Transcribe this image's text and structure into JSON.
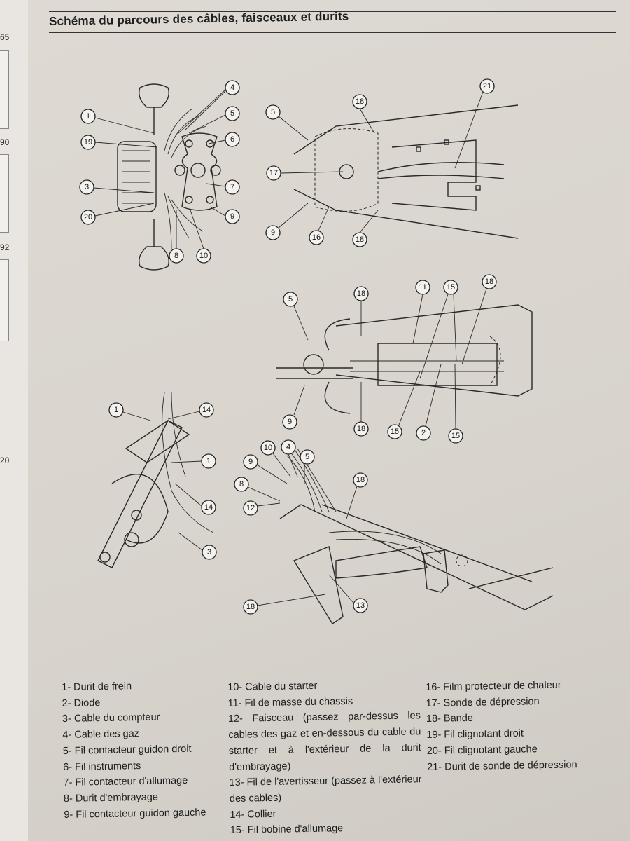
{
  "page": {
    "title": "Schéma du parcours des câbles, faisceaux et durits",
    "prev_page_numbers": [
      "65",
      "90",
      "92",
      "20"
    ]
  },
  "callouts": {
    "d1": [
      "4",
      "5",
      "6",
      "7",
      "9",
      "10",
      "8",
      "20",
      "3",
      "19",
      "1"
    ],
    "d2": [
      "21",
      "18",
      "5",
      "17",
      "9",
      "16",
      "18"
    ],
    "d3": [
      "5",
      "18",
      "11",
      "15",
      "18",
      "9",
      "18",
      "15",
      "2",
      "15"
    ],
    "d4": [
      "1",
      "14",
      "1",
      "14",
      "3"
    ],
    "d5": [
      "10",
      "4",
      "5",
      "9",
      "18",
      "8",
      "12",
      "18",
      "13"
    ]
  },
  "legend": {
    "col1": [
      "1- Durit de frein",
      "2- Diode",
      "3- Cable du compteur",
      "4- Cable des gaz",
      "5- Fil contacteur guidon droit",
      "6- Fil instruments",
      "7- Fil contacteur d'allumage",
      "8- Durit d'embrayage",
      "9- Fil contacteur guidon gauche"
    ],
    "col2": [
      "10- Cable du starter",
      "11- Fil de masse du chassis",
      "12- Faisceau (passez par-dessus les cables des gaz et en-dessous du cable du starter et à l'extérieur de la durit d'embrayage)",
      "13- Fil de l'avertisseur (passez à l'extérieur des cables)",
      "14- Collier",
      "15- Fil bobine d'allumage"
    ],
    "col3": [
      "16- Film protecteur de chaleur",
      "17- Sonde de dépression",
      "18- Bande",
      "19- Fil clignotant droit",
      "20- Fil clignotant gauche",
      "21- Durit de sonde de dépression"
    ]
  }
}
